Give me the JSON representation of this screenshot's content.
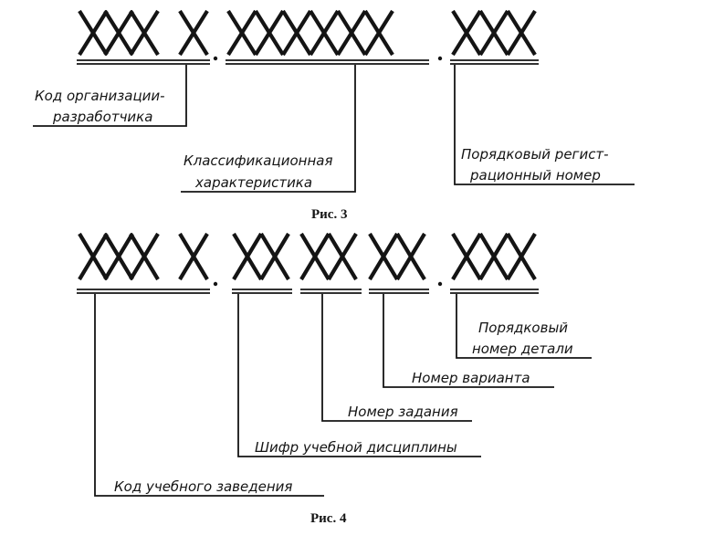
{
  "figure3": {
    "code": [
      "XXXX",
      "XXXXXX",
      "XXX"
    ],
    "label_developer": [
      "Код организации-",
      "разработчика"
    ],
    "label_classification": [
      "Классификационная",
      "характеристика"
    ],
    "label_registration": [
      "Порядковый регист-",
      "рационный номер"
    ],
    "caption": "Рис. 3"
  },
  "figure4": {
    "code": [
      "XXXX",
      "XXXXXX",
      "XXX"
    ],
    "label_part_number": [
      "Порядковый",
      "номер детали"
    ],
    "label_variant": "Номер варианта",
    "label_task": "Номер задания",
    "label_discipline": "Шифр учебной дисциплины",
    "label_institution": "Код учебного заведения",
    "caption": "Рис. 4"
  }
}
